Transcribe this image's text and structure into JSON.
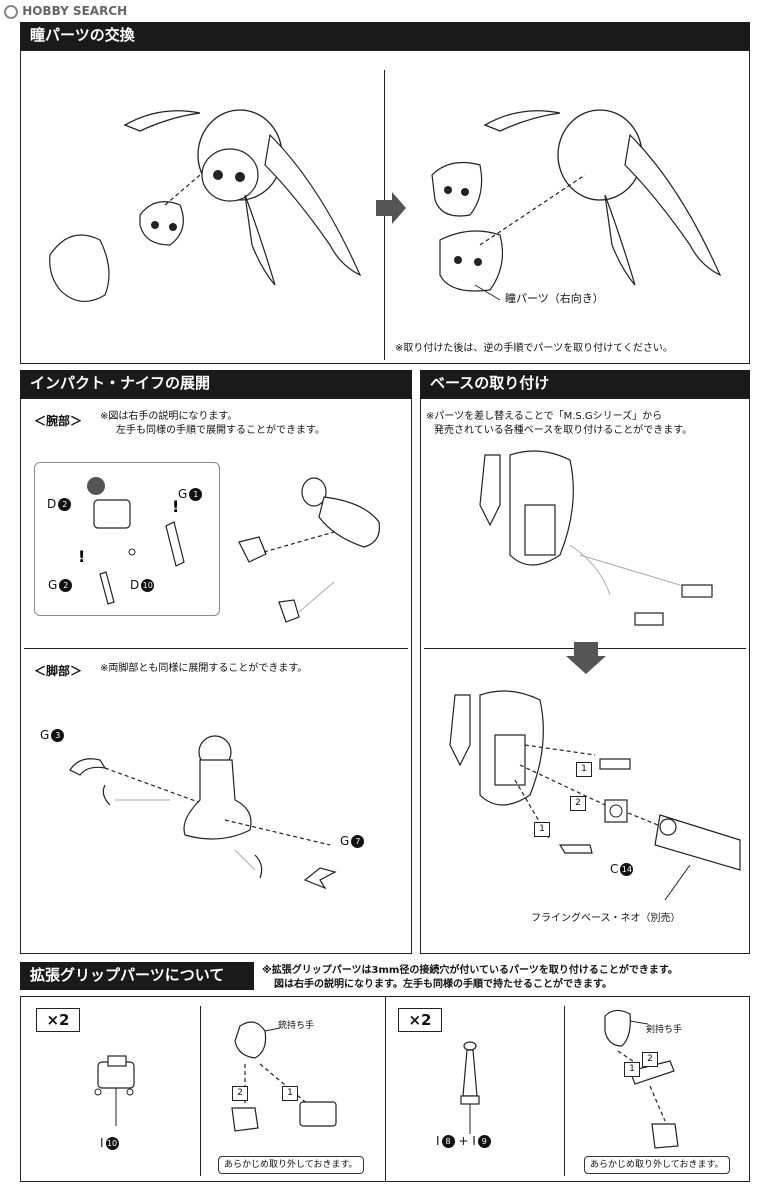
{
  "watermark": "HOBBY SEARCH",
  "sections": {
    "eye": {
      "title": "瞳パーツの交換",
      "part_label": "瞳パーツ（右向き）",
      "note": "※取り付けた後は、逆の手順でパーツを取り付けてください。"
    },
    "knife": {
      "title": "インパクト・ナイフの展開",
      "arm_label": "＜腕部＞",
      "arm_note1": "※図は右手の説明になります。",
      "arm_note2": "左手も同様の手順で展開することができます。",
      "leg_label": "＜脚部＞",
      "leg_note": "※両脚部とも同様に展開することができます。",
      "parts": {
        "d2_letter": "D",
        "d2_num": "2",
        "g1_letter": "G",
        "g1_num": "1",
        "g2_letter": "G",
        "g2_num": "2",
        "d10_letter": "D",
        "d10_num": "10",
        "g3_letter": "G",
        "g3_num": "3",
        "g7_letter": "G",
        "g7_num": "7"
      }
    },
    "base": {
      "title": "ベースの取り付け",
      "note1": "※パーツを差し替えることで「M.S.Gシリーズ」から",
      "note2": "発売されている各種ベースを取り付けることができます。",
      "step1": "1",
      "step2": "2",
      "step1b": "1",
      "c14_letter": "C",
      "c14_num": "14",
      "flying_base": "フライングベース・ネオ（別売）"
    },
    "grip": {
      "title": "拡張グリップパーツについて",
      "note1": "※拡張グリップパーツは3mm径の接続穴が付いているパーツを取り付けることができます。",
      "note2": "図は右手の説明になります。左手も同様の手順で持たせることができます。",
      "qty_left": "×2",
      "qty_right": "×2",
      "i10_letter": "I",
      "i10_num": "10",
      "i8_letter": "I",
      "i8_num": "8",
      "plus": "+",
      "i9_letter": "I",
      "i9_num": "9",
      "gun_hand": "銃持ち手",
      "sword_hand": "剣持ち手",
      "step_a2": "2",
      "step_a1": "1",
      "step_b1": "1",
      "step_b2": "2",
      "remove_note_left": "あらかじめ取り外しておきます。",
      "remove_note_right": "あらかじめ取り外しておきます。"
    }
  }
}
